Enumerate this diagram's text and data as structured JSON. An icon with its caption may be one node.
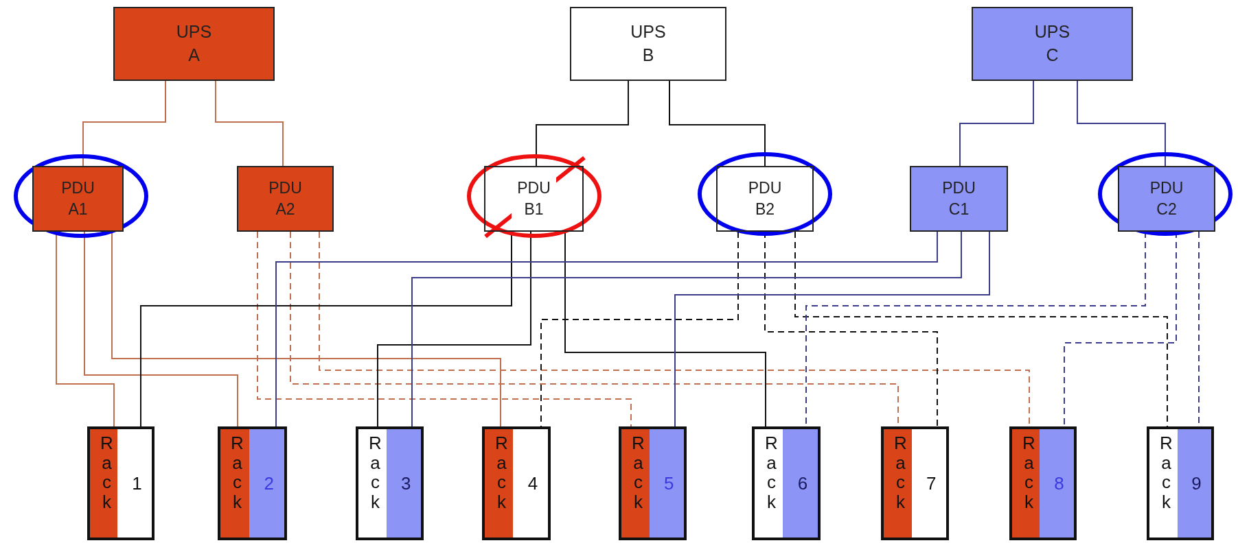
{
  "diagram": {
    "nodes": [
      {
        "text": [
          "UPS A"
        ]
      },
      {
        "text": [
          "UPS B"
        ]
      },
      {
        "text": [
          "UPS C"
        ]
      },
      {
        "text": [
          "PDU A1"
        ]
      },
      {
        "text": [
          "PDU A2"
        ]
      },
      {
        "text": [
          "PDU B1"
        ]
      },
      {
        "text": [
          "PDU B2"
        ]
      },
      {
        "text": [
          "PDU C1"
        ]
      },
      {
        "text": [
          "PDU C2"
        ]
      },
      {
        "text": [
          "Rack",
          "1"
        ]
      },
      {
        "text": [
          "Rack",
          "2"
        ]
      },
      {
        "text": [
          "Rack",
          "3"
        ]
      },
      {
        "text": [
          "Rack",
          "4"
        ]
      },
      {
        "text": [
          "Rack",
          "5"
        ]
      },
      {
        "text": [
          "Rack",
          "6"
        ]
      },
      {
        "text": [
          "Rack",
          "7"
        ]
      },
      {
        "text": [
          "Rack",
          "8"
        ]
      },
      {
        "text": [
          "Rack",
          "9"
        ]
      }
    ],
    "edges": [
      {
        "from": 0,
        "to": 3,
        "arrow": "none",
        "color": "#c0704e"
      },
      {
        "from": 0,
        "to": 4,
        "arrow": "none",
        "color": "#c0704e"
      },
      {
        "from": 1,
        "to": 5,
        "arrow": "none",
        "color": "#111111"
      },
      {
        "from": 1,
        "to": 6,
        "arrow": "none",
        "color": "#111111"
      },
      {
        "from": 2,
        "to": 7,
        "arrow": "none",
        "color": "#3c3c8c"
      },
      {
        "from": 2,
        "to": 8,
        "arrow": "none",
        "color": "#3c3c8c"
      },
      {
        "from": 3,
        "to": 9,
        "arrow": "none",
        "color": "#c0704e"
      },
      {
        "from": 3,
        "to": 10,
        "arrow": "none",
        "color": "#c0704e"
      },
      {
        "from": 3,
        "to": 12,
        "arrow": "none",
        "color": "#c0704e"
      },
      {
        "from": 4,
        "to": 13,
        "arrow": "none",
        "style": "dashed",
        "color": "#c0704e"
      },
      {
        "from": 4,
        "to": 15,
        "arrow": "none",
        "style": "dashed",
        "color": "#c0704e"
      },
      {
        "from": 4,
        "to": 16,
        "arrow": "none",
        "style": "dashed",
        "color": "#c0704e"
      },
      {
        "from": 5,
        "to": 9,
        "arrow": "none",
        "color": "#111111"
      },
      {
        "from": 5,
        "to": 11,
        "arrow": "none",
        "color": "#111111"
      },
      {
        "from": 5,
        "to": 14,
        "arrow": "none",
        "color": "#111111"
      },
      {
        "from": 6,
        "to": 12,
        "arrow": "none",
        "style": "dashed",
        "color": "#111111"
      },
      {
        "from": 6,
        "to": 15,
        "arrow": "none",
        "style": "dashed",
        "color": "#111111"
      },
      {
        "from": 6,
        "to": 17,
        "arrow": "none",
        "style": "dashed",
        "color": "#111111"
      },
      {
        "from": 7,
        "to": 10,
        "arrow": "none",
        "color": "#3c3c8c"
      },
      {
        "from": 7,
        "to": 11,
        "arrow": "none",
        "color": "#3c3c8c"
      },
      {
        "from": 7,
        "to": 13,
        "arrow": "none",
        "color": "#3c3c8c"
      },
      {
        "from": 8,
        "to": 14,
        "arrow": "none",
        "style": "dashed",
        "color": "#3c3c8c"
      },
      {
        "from": 8,
        "to": 16,
        "arrow": "none",
        "style": "dashed",
        "color": "#3c3c8c"
      },
      {
        "from": 8,
        "to": 17,
        "arrow": "none",
        "style": "dashed",
        "color": "#3c3c8c"
      }
    ]
  }
}
